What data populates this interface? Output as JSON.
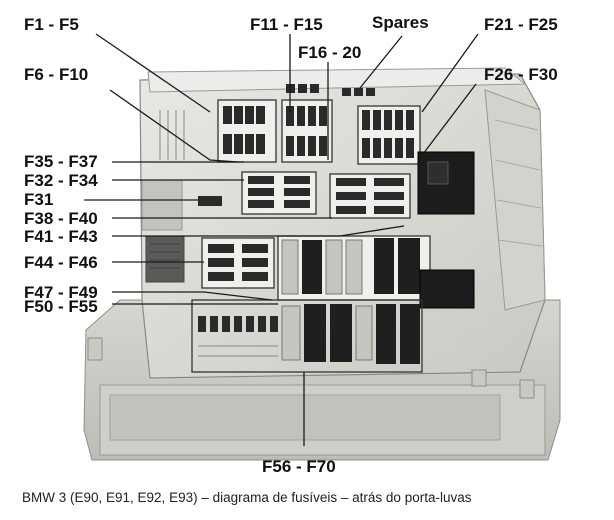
{
  "labels": {
    "f1_f5": "F1 - F5",
    "f11_f15": "F11 - F15",
    "spares": "Spares",
    "f21_f25": "F21 - F25",
    "f16_20": "F16 - 20",
    "f6_f10": "F6 - F10",
    "f26_f30": "F26 - F30",
    "f35_f37": "F35 - F37",
    "f32_f34": "F32 - F34",
    "f31": "F31",
    "f38_f40": "F38 - F40",
    "f41_f43": "F41 - F43",
    "f44_f46": "F44 - F46",
    "f47_f49": "F47 - F49",
    "f50_f55": "F50 - F55",
    "f56_f70": "F56 - F70"
  },
  "caption": "BMW 3 (E90, E91, E92, E93) – diagrama de fusíveis – atrás do porta-luvas",
  "colors": {
    "housing": "#d9d9d4",
    "housing_shade": "#b9b9b3",
    "fuse_dark": "#2a2a2a",
    "leader_line": "#1a1a1a",
    "relay": "#1c1c1c"
  }
}
